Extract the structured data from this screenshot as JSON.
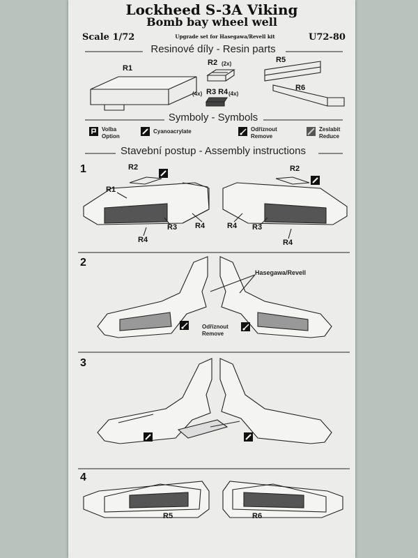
{
  "header": {
    "title": "Lockheed S-3A Viking",
    "subtitle": "Bomb bay wheel well",
    "scale": "Scale 1/72",
    "upgrade_note": "Upgrade set for Hasegawa/Revell kit",
    "code": "U72-80"
  },
  "sections": {
    "resin": "Resinové díly - Resin parts",
    "symbols": "Symboly - Symbols",
    "assembly": "Stavební postup - Assembly instructions"
  },
  "parts": {
    "r1": "R1",
    "r2": "R2",
    "r2_qty": "(2x)",
    "r3_qty": "(4x)",
    "r3r4": "R3 R4",
    "r4_qty": "(4x)",
    "r5": "R5",
    "r6": "R6"
  },
  "symbols": [
    {
      "icon": "option-icon",
      "text1": "Volba",
      "text2": "Option"
    },
    {
      "icon": "cyanoacrylate-icon",
      "text1": "Cyanoacrylate",
      "text2": ""
    },
    {
      "icon": "cut-remove-icon",
      "text1": "Odříznout",
      "text2": "Remove"
    },
    {
      "icon": "reduce-icon",
      "text1": "Zeslabit",
      "text2": "Reduce"
    }
  ],
  "steps": {
    "s1": "1",
    "s2": "2",
    "s3": "3",
    "s4": "4",
    "step1_labels": {
      "r1": "R1",
      "r2": "R2",
      "r3": "R3",
      "r4": "R4"
    },
    "step2_kit": "Hasegawa/Revell",
    "step2_remove1": "Odříznout",
    "step2_remove2": "Remove",
    "step4_labels": {
      "r5": "R5",
      "r6": "R6"
    }
  },
  "colors": {
    "paper": "#ecedea",
    "ink": "#111111",
    "background": "#b9c2bd"
  }
}
